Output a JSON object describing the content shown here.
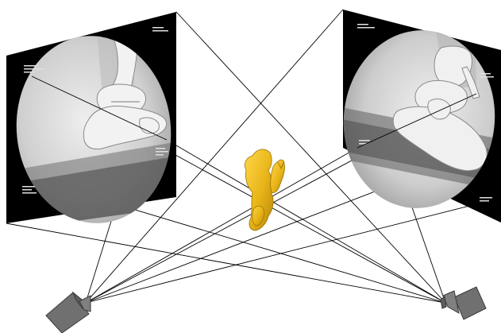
{
  "figure": {
    "background": "#ffffff",
    "line_color": "#000000",
    "panel_bg": "#000000",
    "image_circle_fill": "#d4d4d4",
    "bone_fill": "#f2f2f2",
    "bone_stroke": "#8a8a8a",
    "tibia_model_color": "#e8b418",
    "camera_body_color": "#707070",
    "camera_outline_color": "#3a3a3a",
    "left_image": {
      "icon": "xray-foot-lateral-view"
    },
    "right_image": {
      "icon": "xray-foot-oblique-view"
    },
    "center_model": {
      "icon": "3d-ankle-bone-model"
    },
    "left_camera": {
      "icon": "video-camera-icon"
    },
    "right_camera": {
      "icon": "video-camera-icon"
    }
  }
}
